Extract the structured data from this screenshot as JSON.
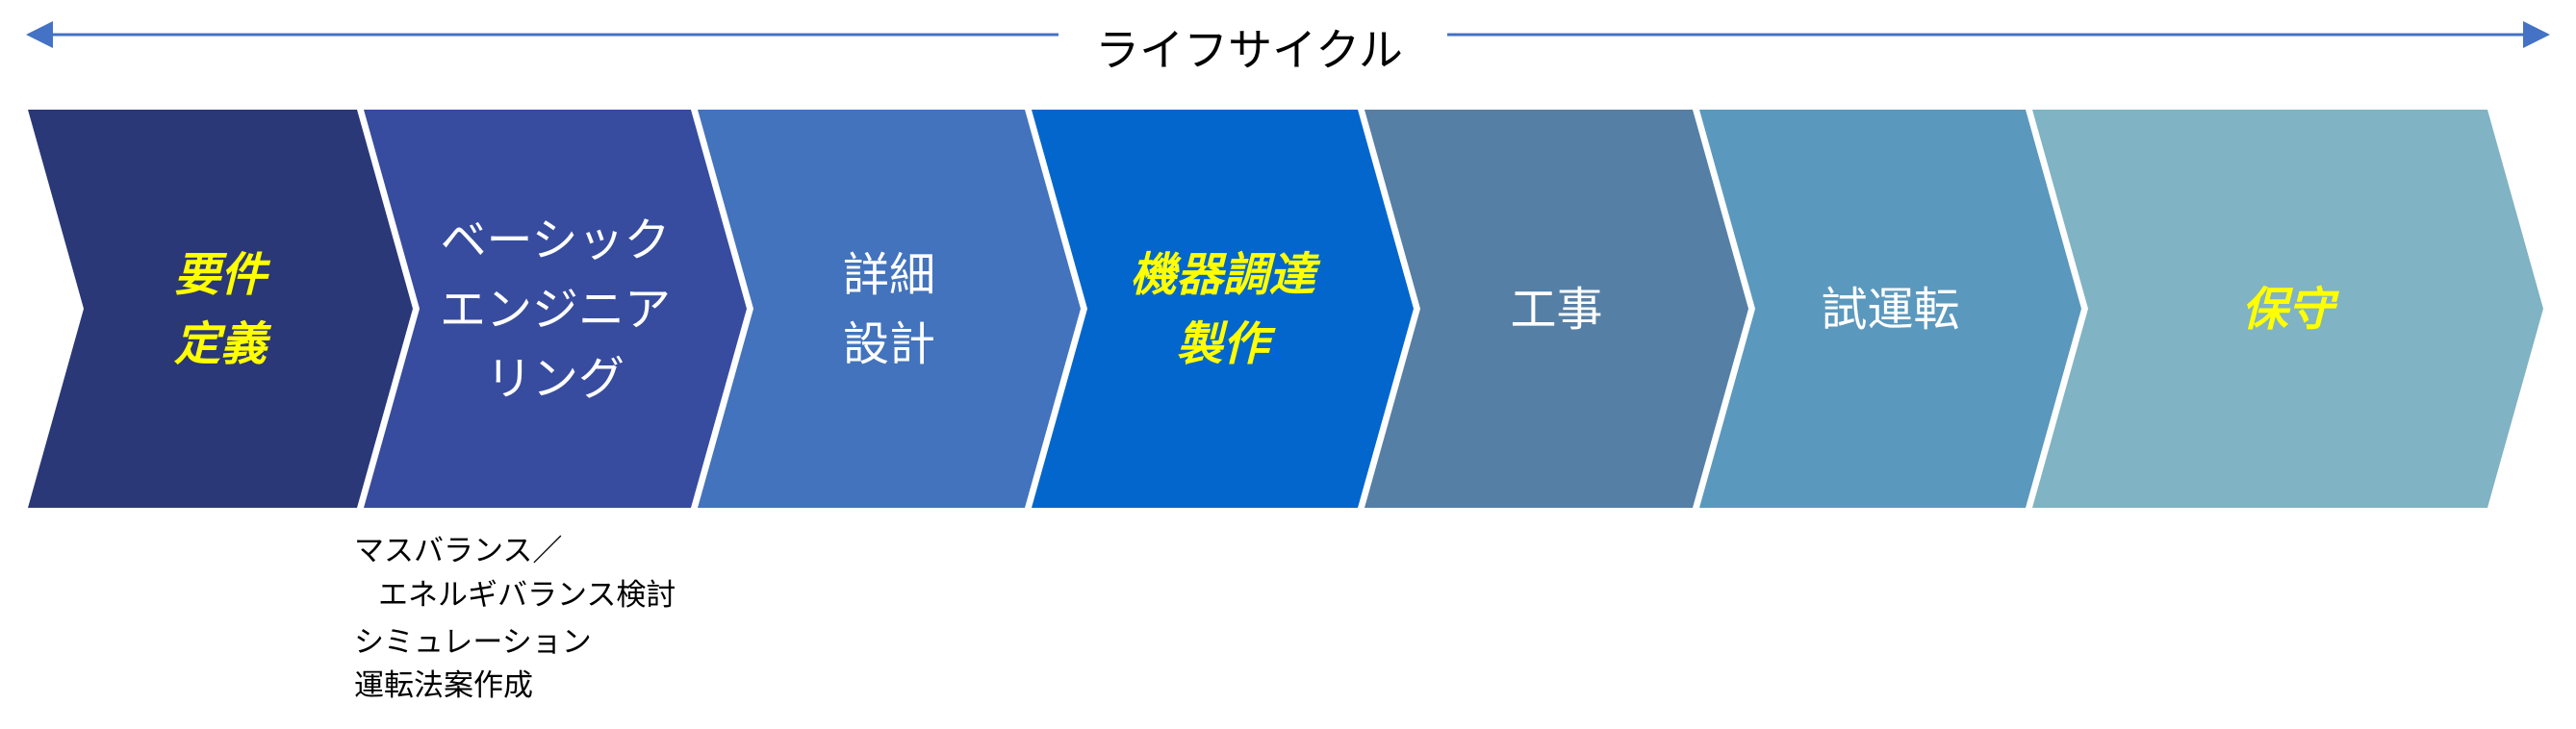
{
  "lifecycle": {
    "title": "ライフサイクル",
    "arrow_color": "#4472C4"
  },
  "stages": [
    {
      "lines": [
        "要件",
        "定義"
      ],
      "color": "#2A3878",
      "highlight": true
    },
    {
      "lines": [
        "ベーシック",
        "エンジニア",
        "リング"
      ],
      "color": "#374C9E",
      "highlight": false
    },
    {
      "lines": [
        "詳細",
        "設計"
      ],
      "color": "#4373BC",
      "highlight": false
    },
    {
      "lines": [
        "機器調達",
        "製作"
      ],
      "color": "#0366CC",
      "highlight": true
    },
    {
      "lines": [
        "工事"
      ],
      "color": "#557FA5",
      "highlight": false
    },
    {
      "lines": [
        "試運転"
      ],
      "color": "#5B98BD",
      "highlight": false
    },
    {
      "lines": [
        "保守"
      ],
      "color": "#80B3C3",
      "highlight": true
    }
  ],
  "basic_engineering_notes": [
    "マスバランス／",
    "エネルギバランス検討",
    "シミュレーション",
    "運転法案作成"
  ]
}
